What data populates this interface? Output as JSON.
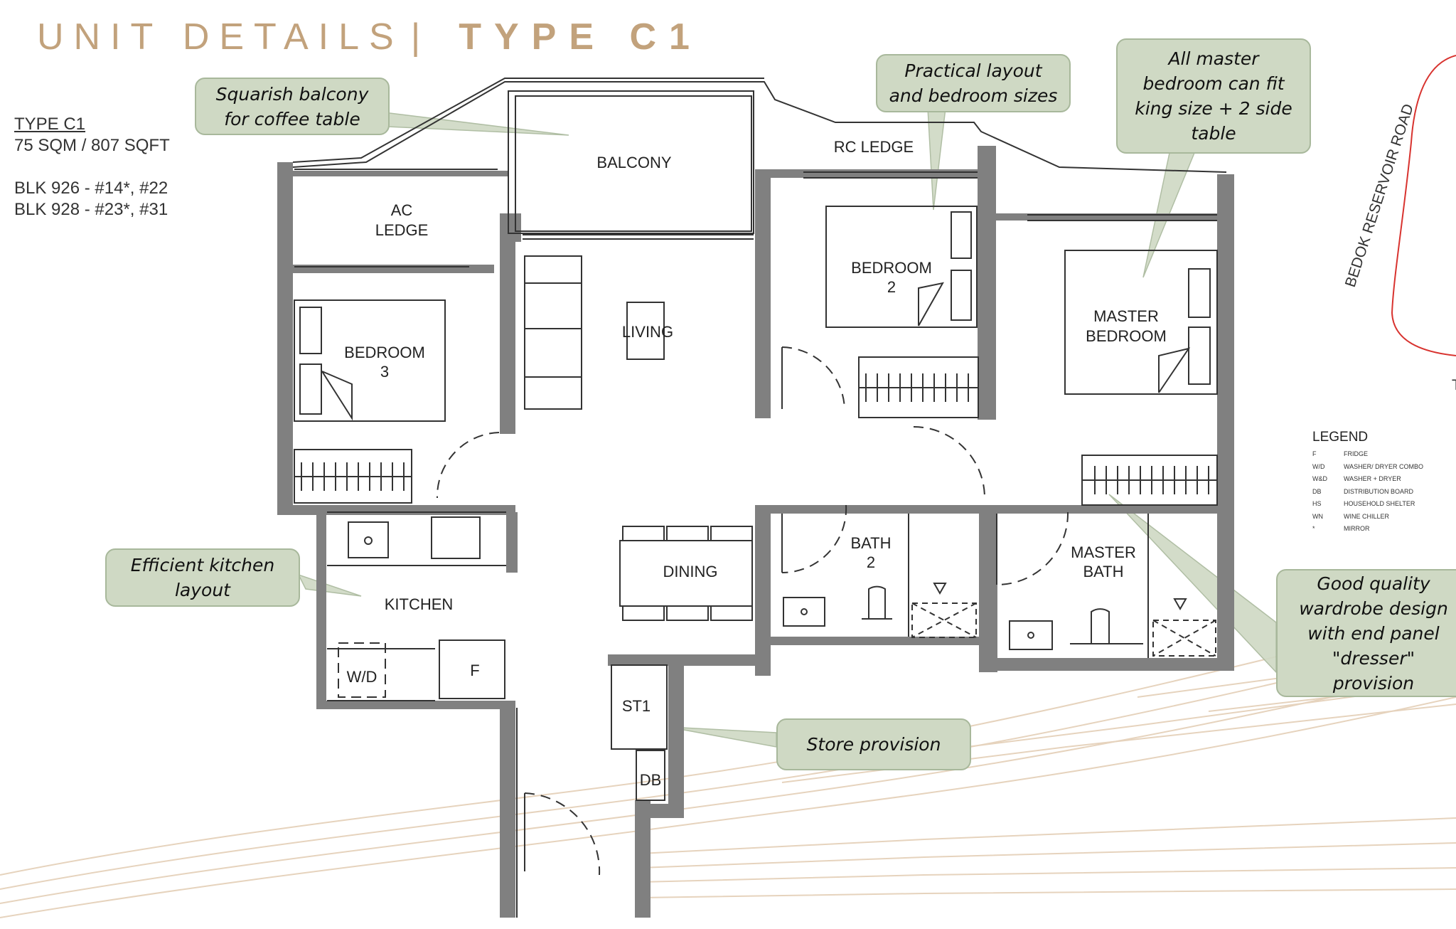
{
  "header": {
    "title": "UNIT DETAILS",
    "separator": "|",
    "type": "TYPE C1"
  },
  "unit_info": {
    "type": "TYPE C1",
    "area": "75 SQM / 807 SQFT",
    "blocks": [
      "BLK 926 - #14*, #22",
      "BLK 928 - #23*, #31"
    ]
  },
  "rooms": {
    "balcony": "BALCONY",
    "ac_ledge_1": "AC",
    "ac_ledge_2": "LEDGE",
    "rc_ledge": "RC LEDGE",
    "bedroom3_1": "BEDROOM",
    "bedroom3_2": "3",
    "living": "LIVING",
    "bedroom2_1": "BEDROOM",
    "bedroom2_2": "2",
    "master_bedroom_1": "MASTER",
    "master_bedroom_2": "BEDROOM",
    "kitchen": "KITCHEN",
    "wd": "W/D",
    "fridge": "F",
    "dining": "DINING",
    "bath2_1": "BATH",
    "bath2_2": "2",
    "master_bath_1": "MASTER",
    "master_bath_2": "BATH",
    "st1": "ST1",
    "db": "DB"
  },
  "road_label": "BEDOK RESERVOIR ROAD",
  "callouts": {
    "balcony": [
      "Squarish balcony",
      "for coffee table"
    ],
    "layout": [
      "Practical layout",
      "and bedroom sizes"
    ],
    "master": [
      "All master",
      "bedroom can fit",
      "king size + 2 side",
      "table"
    ],
    "kitchen": [
      "Efficient kitchen",
      "layout"
    ],
    "store": [
      "Store provision"
    ],
    "wardrobe": [
      "Good quality",
      "wardrobe design",
      "with end panel",
      "\"dresser\"",
      "provision"
    ]
  },
  "legend": {
    "title": "LEGEND",
    "items": [
      {
        "key": "F",
        "label": "FRIDGE"
      },
      {
        "key": "W/D",
        "label": "WASHER/ DRYER COMBO"
      },
      {
        "key": "W&D",
        "label": "WASHER + DRYER"
      },
      {
        "key": "DB",
        "label": "DISTRIBUTION BOARD"
      },
      {
        "key": "HS",
        "label": "HOUSEHOLD SHELTER"
      },
      {
        "key": "WN",
        "label": "WINE CHILLER"
      },
      {
        "key": "*",
        "label": "MIRROR"
      }
    ]
  },
  "colors": {
    "wall": "#7a7a7a",
    "callout_bg": "#cfd9c4",
    "callout_border": "#a8b89b",
    "header": "#c2a27c",
    "deco_lines": "#e3cdb4",
    "road": "#d8332f"
  }
}
